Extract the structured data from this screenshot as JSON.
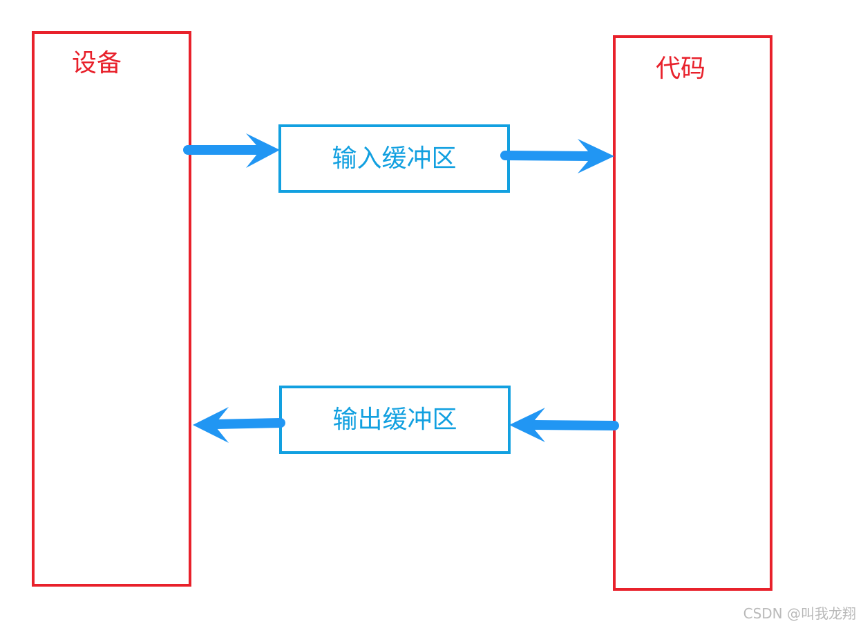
{
  "device": {
    "label": "设备"
  },
  "code": {
    "label": "代码"
  },
  "input_buffer": {
    "label": "输入缓冲区"
  },
  "output_buffer": {
    "label": "输出缓冲区"
  },
  "watermark": "CSDN @叫我龙翔",
  "colors": {
    "box_border": "#e8212b",
    "buffer_border": "#12a0e0",
    "arrow": "#2196f3",
    "watermark": "#b9b9b9"
  }
}
